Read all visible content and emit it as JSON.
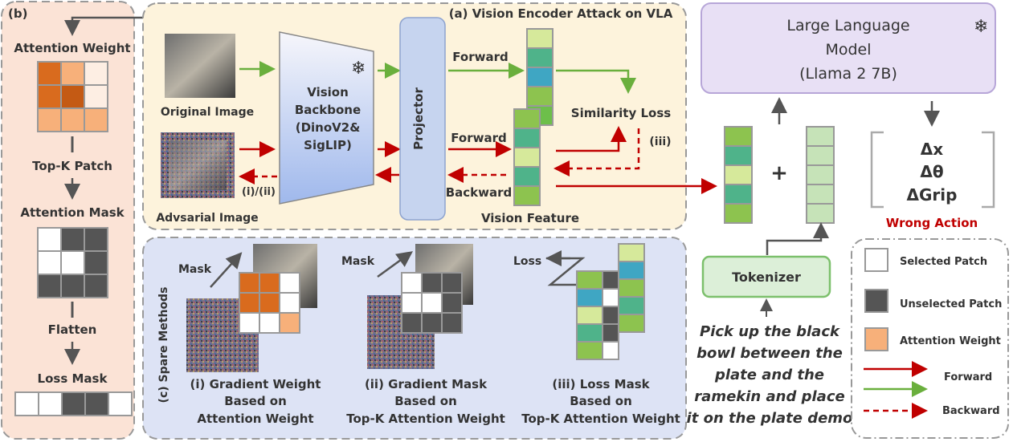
{
  "panel_b": {
    "tag": "(b)",
    "attention_weight": "Attention Weight",
    "top_k_patch": "Top-K Patch",
    "attention_mask": "Attention Mask",
    "flatten": "Flatten",
    "loss_mask": "Loss Mask",
    "attention_grid": [
      [
        "dark",
        "light",
        "pale"
      ],
      [
        "dark",
        "darker",
        "pale"
      ],
      [
        "light",
        "light",
        "light"
      ]
    ],
    "mask_grid": [
      [
        "white",
        "gray",
        "gray"
      ],
      [
        "white",
        "white",
        "gray"
      ],
      [
        "gray",
        "gray",
        "gray"
      ]
    ],
    "loss_row": [
      "white",
      "white",
      "gray",
      "gray",
      "white"
    ]
  },
  "panel_a": {
    "title": "(a) Vision Encoder Attack on VLA",
    "original_image": "Original Image",
    "adversarial_image": "Advsarial Image",
    "backbone_lines": [
      "Vision",
      "Backbone",
      "(DinoV2&",
      "SigLIP)"
    ],
    "projector": "Projector",
    "forward_top": "Forward",
    "forward_bottom": "Forward",
    "backward": "Backward",
    "similarity_loss": "Similarity Loss",
    "iii": "(iii)",
    "i_ii": "(i)/(ii)",
    "vision_feature": "Vision Feature"
  },
  "llm": {
    "lines": [
      "Large Language",
      "Model",
      "(Llama 2 7B)"
    ]
  },
  "actions": {
    "items": [
      "Δx",
      "Δθ",
      "ΔGrip"
    ],
    "wrong_action": "Wrong Action"
  },
  "plus": "+",
  "tokenizer": "Tokenizer",
  "instruction_lines": [
    "Pick up the black",
    "bowl between the",
    "plate and the",
    "ramekin and place",
    "it on the plate demo"
  ],
  "legend": {
    "selected_patch": "Selected Patch",
    "unselected_patch": "Unselected Patch",
    "attention_weight": "Attention Weight",
    "forward": "Forward",
    "backward": "Backward"
  },
  "panel_c": {
    "side_label": "(c) Spare Methods",
    "mask_1": "Mask",
    "mask_2": "Mask",
    "loss": "Loss",
    "method_i": [
      "(i) Gradient Weight",
      "Based on",
      "Attention Weight"
    ],
    "method_ii": [
      "(ii) Gradient Mask",
      "Based on",
      "Top-K Attention Weight"
    ],
    "method_iii": [
      "(iii) Loss Mask",
      "Based on",
      "Top-K Attention Weight"
    ]
  },
  "colors": {
    "forward_red": "#c00000",
    "forward_green": "#6aaf3d",
    "panel_b_bg": "#fbe3d6",
    "panel_a_bg": "#fdf3dc",
    "panel_c_bg": "#dde3f5",
    "llm_bg": "#e8e0f5",
    "tokenizer_bg": "#dcefd8",
    "orange_dark": "#d96b1e",
    "orange_light": "#f7b07a",
    "wrong_action": "#c00000"
  },
  "feature_colors": [
    "#d6e99b",
    "#4fb38a",
    "#3fa6c3",
    "#8dc34f",
    "#6dbf4a"
  ]
}
